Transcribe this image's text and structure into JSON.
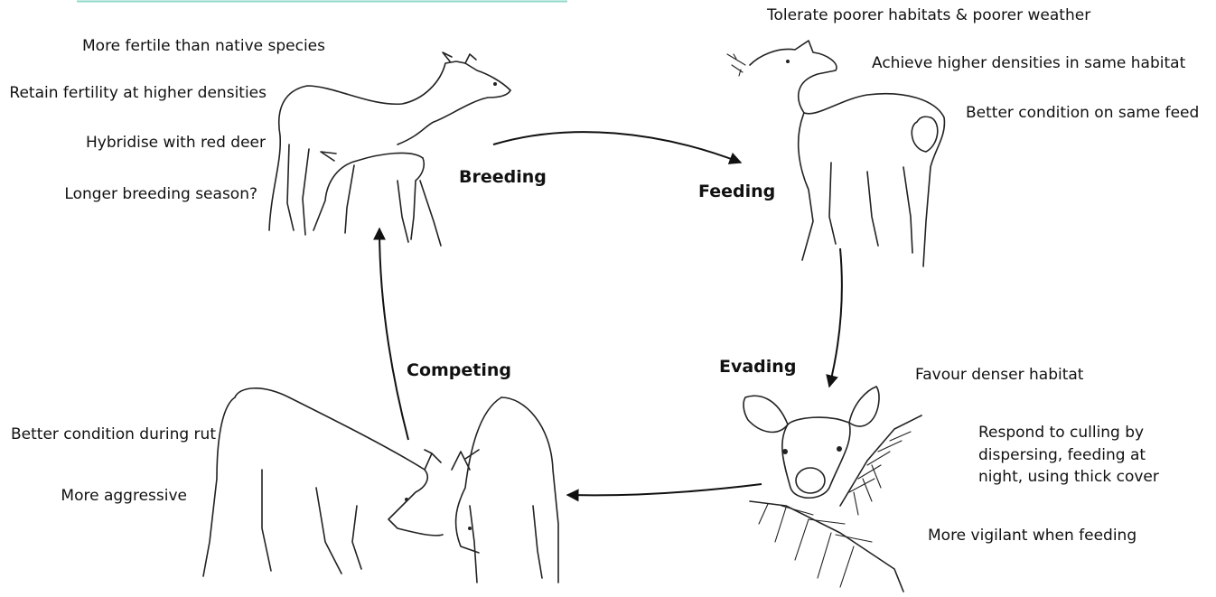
{
  "stages": {
    "breeding": "Breeding",
    "feeding": "Feeding",
    "evading": "Evading",
    "competing": "Competing"
  },
  "breeding_traits": [
    "More fertile than native species",
    "Retain fertility at higher densities",
    "Hybridise with red deer",
    "Longer breeding season?"
  ],
  "feeding_traits": [
    "Tolerate poorer habitats & poorer weather",
    "Achieve higher densities in same habitat",
    "Better condition on same feed"
  ],
  "evading_traits": [
    "Favour denser habitat",
    "Respond to culling by dispersing, feeding at night, using thick cover",
    "More vigilant when feeding"
  ],
  "competing_traits": [
    "Better condition during rut",
    "More aggressive"
  ],
  "colors": {
    "accent_line": "#8ed8c8",
    "ink": "#111111"
  }
}
